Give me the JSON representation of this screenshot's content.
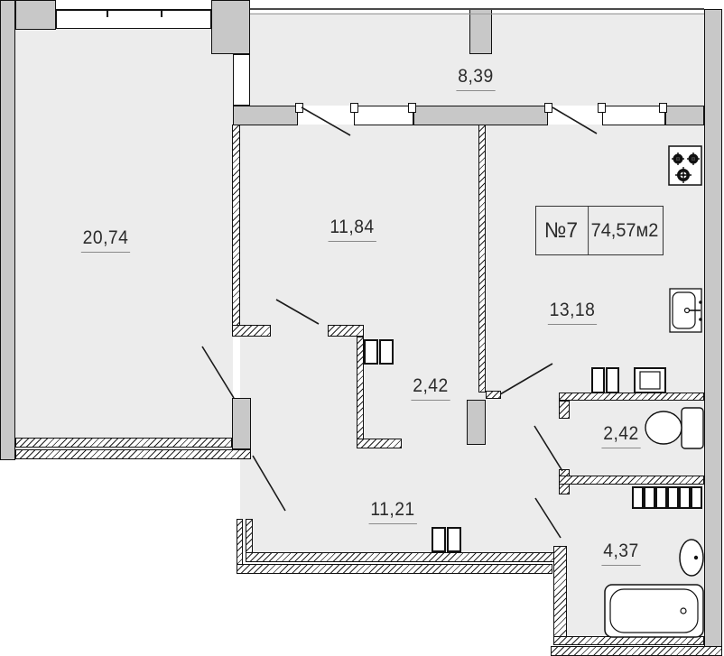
{
  "title": "Apartment floor plan drawing",
  "apartment": {
    "number": "№7",
    "area": "74,57м2"
  },
  "rooms": {
    "living": {
      "area": "20,74"
    },
    "bedroom": {
      "area": "11,84"
    },
    "balcony": {
      "area": "8,39"
    },
    "kitchen": {
      "area": "13,18"
    },
    "hall": {
      "area": "2,42"
    },
    "wc": {
      "area": "2,42"
    },
    "corridor": {
      "area": "11,21"
    },
    "bathroom": {
      "area": "4,37"
    }
  },
  "icons": {
    "stove": "stove-icon",
    "kitchen_sink": "kitchen-sink-icon",
    "toilet": "toilet-icon",
    "washing_machine": "washing-machine-icon",
    "appliance": "appliance-icon",
    "towel_radiator": "towel-radiator-icon",
    "bath_sink": "bath-sink-icon",
    "bathtub": "bathtub-icon"
  },
  "colors": {
    "wall_gray": "#c8c8c8",
    "floor": "#ececec",
    "line": "#1a1a1a",
    "background": "#ffffff"
  }
}
